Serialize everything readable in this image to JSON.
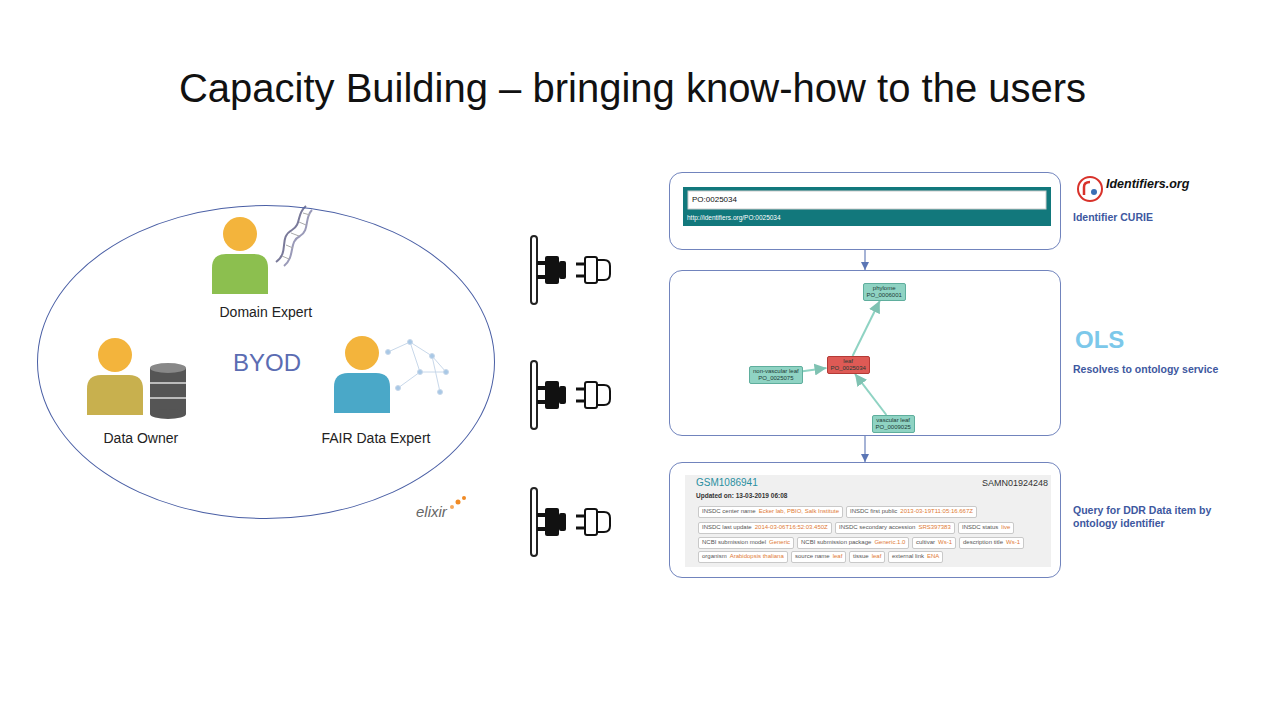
{
  "diagram": {
    "title": "Capacity Building – bringing know-how to the users",
    "nodes": [
      {
        "text": [
          "BYOD"
        ]
      },
      {
        "text": [
          "Domain Expert"
        ],
        "in": 0
      },
      {
        "text": [
          "Data Owner"
        ],
        "in": 0
      },
      {
        "text": [
          "FAIR Data Expert"
        ],
        "in": 0
      },
      {
        "text": [
          "PO:0025034",
          "http://identifiers.org/PO:0025034"
        ]
      },
      {
        "text": []
      },
      {
        "text": [
          "phylome",
          "PO_0006001"
        ],
        "in": 5
      },
      {
        "text": [
          "non-vascular leaf",
          "PO_0025075"
        ],
        "in": 5
      },
      {
        "text": [
          "leaf",
          "PO_0025034"
        ],
        "in": 5
      },
      {
        "text": [
          "vascular leaf",
          "PO_0009025"
        ],
        "in": 5
      },
      {
        "text": [
          "GSM1086941",
          "SAMN01924248",
          "Updated on: 13-03-2019 06:08"
        ]
      },
      {
        "text": [
          "INSDC center name",
          "Ecker lab, PBIO, Salk Institute"
        ],
        "in": 10
      },
      {
        "text": [
          "INSDC first public",
          "2013-03-19T11:05:16.667Z"
        ],
        "in": 10
      },
      {
        "text": [
          "INSDC last update",
          "2014-03-06T16:52:03.450Z"
        ],
        "in": 10
      },
      {
        "text": [
          "INSDC secondary accession",
          "SRS397383"
        ],
        "in": 10
      },
      {
        "text": [
          "INSDC status",
          "live"
        ],
        "in": 10
      },
      {
        "text": [
          "NCBI submission model",
          "Generic"
        ],
        "in": 10
      },
      {
        "text": [
          "NCBI submission package",
          "Generic.1.0"
        ],
        "in": 10
      },
      {
        "text": [
          "cultivar",
          "Ws-1"
        ],
        "in": 10
      },
      {
        "text": [
          "description title",
          "Ws-1"
        ],
        "in": 10
      },
      {
        "text": [
          "organism",
          "Arabidopsis thaliana"
        ],
        "in": 10
      },
      {
        "text": [
          "source name",
          "leaf"
        ],
        "in": 10
      },
      {
        "text": [
          "tissue",
          "leaf"
        ],
        "in": 10
      },
      {
        "text": [
          "external link",
          "ENA"
        ],
        "in": 10
      }
    ],
    "edges": [
      {
        "from": 4,
        "to": 5,
        "arrow": "to"
      },
      {
        "from": 5,
        "to": 10,
        "arrow": "to"
      },
      {
        "from": 8,
        "to": 6,
        "arrow": "to"
      },
      {
        "from": 7,
        "to": 8,
        "arrow": "to"
      },
      {
        "from": 9,
        "to": 8,
        "arrow": "to"
      }
    ],
    "labels": [
      "Identifiers.org",
      "Identifier CURIE",
      "OLS",
      "Resolves to ontology service",
      "Query for DDR Data item by ontology identifier",
      "elixir"
    ]
  }
}
